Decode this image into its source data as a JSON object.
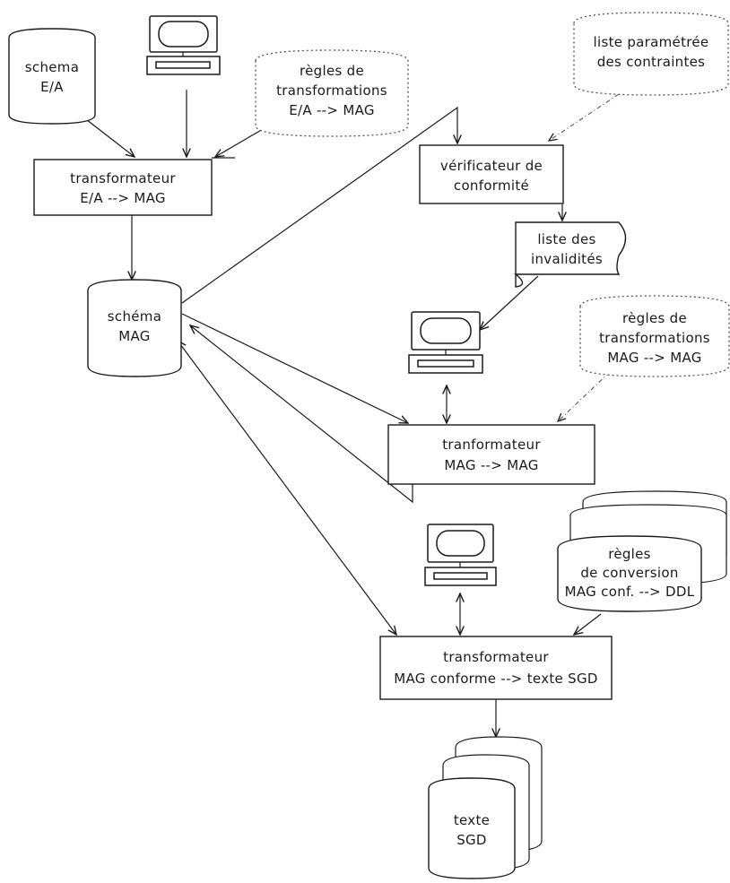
{
  "nodes": {
    "schema_ea": {
      "lines": [
        "schema",
        "E/A"
      ]
    },
    "regles_transfo_ea": {
      "lines": [
        "règles de",
        "transformations",
        "E/A --> MAG"
      ]
    },
    "transfo_ea_mag": {
      "lines": [
        "transformateur",
        "E/A --> MAG"
      ]
    },
    "schema_mag": {
      "lines": [
        "schéma",
        "MAG"
      ]
    },
    "liste_contraintes": {
      "lines": [
        "liste paramétrée",
        "des contraintes"
      ]
    },
    "verificateur": {
      "lines": [
        "vérificateur de",
        "conformité"
      ]
    },
    "liste_invalidites": {
      "lines": [
        "liste des",
        "invalidités"
      ]
    },
    "regles_transfo_mag": {
      "lines": [
        "règles de",
        "transformations",
        "MAG --> MAG"
      ]
    },
    "transfo_mag_mag": {
      "lines": [
        "tranformateur",
        "MAG --> MAG"
      ]
    },
    "regles_conversion": {
      "lines": [
        "règles",
        "de conversion",
        "MAG conf. --> DDL"
      ]
    },
    "transfo_sgd": {
      "lines": [
        "transformateur",
        "MAG conforme --> texte SGD"
      ]
    },
    "texte_sgd": {
      "lines": [
        "texte",
        "SGD"
      ]
    }
  },
  "terminals": [
    "terminal-1",
    "terminal-2",
    "terminal-3"
  ]
}
